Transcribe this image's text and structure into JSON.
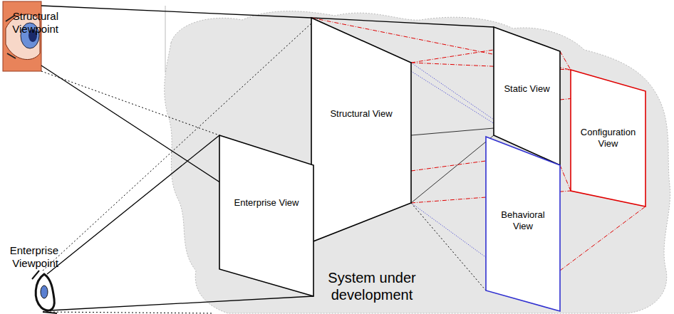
{
  "diagram": {
    "nodes": [
      {
        "text": [
          "Structural View"
        ]
      },
      {
        "text": [
          "Static View"
        ]
      },
      {
        "text": [
          "Configuration View"
        ]
      },
      {
        "text": [
          "Behavioral View"
        ]
      },
      {
        "text": [
          "Enterprise View"
        ]
      }
    ],
    "labels": [
      "Structural Viewpoint",
      "Enterprise Viewpoint",
      "System under development"
    ]
  }
}
